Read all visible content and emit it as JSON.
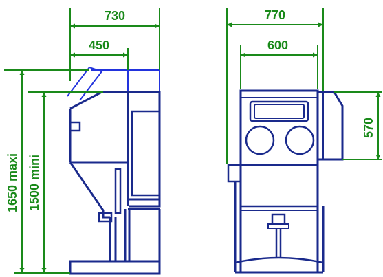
{
  "colors": {
    "dimension": "#1a8a1a",
    "machine": "#1a2a8c",
    "hood": "#2233dd",
    "background": "#ffffff"
  },
  "side_view": {
    "overall_depth": "730",
    "top_depth": "450",
    "height_max": "1650 maxi",
    "height_min": "1500 mini"
  },
  "front_view": {
    "overall_width": "770",
    "cabinet_width": "600",
    "side_box_height": "570"
  }
}
